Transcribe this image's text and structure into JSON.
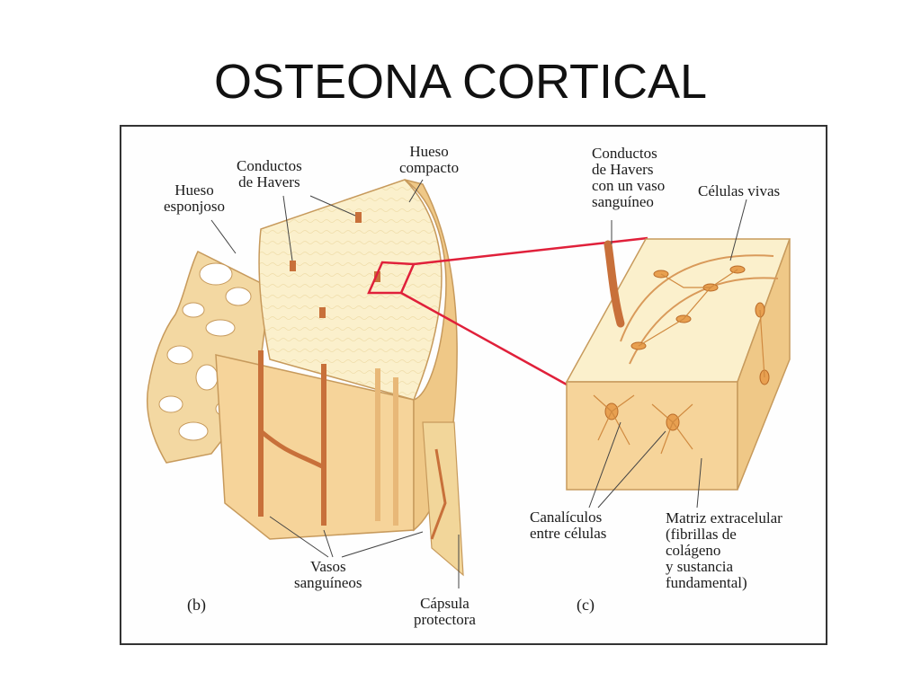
{
  "title": "OSTEONA CORTICAL",
  "panel_b": {
    "panel_label": "(b)",
    "labels": {
      "hueso_esponjoso": "Hueso\nesponjoso",
      "conductos_havers": "Conductos\nde Havers",
      "hueso_compacto": "Hueso\ncompacto",
      "vasos_sanguineos": "Vasos\nsanguíneos",
      "capsula_protectora": "Cápsula\nprotectora"
    }
  },
  "panel_c": {
    "panel_label": "(c)",
    "labels": {
      "conductos_havers_vaso": "Conductos\nde Havers\ncon un vaso\nsanguíneo",
      "celulas_vivas": "Células vivas",
      "canaliculos": "Canalículos\nentre células",
      "matriz": "Matriz extracelular\n(fibrillas de\ncolágeno\ny sustancia\nfundamental)"
    }
  },
  "colors": {
    "bone_light": "#fbf0cc",
    "bone_side": "#f6d49a",
    "bone_dark": "#e8b878",
    "vessel": "#c8703a",
    "zoom_line": "#e0203a"
  }
}
